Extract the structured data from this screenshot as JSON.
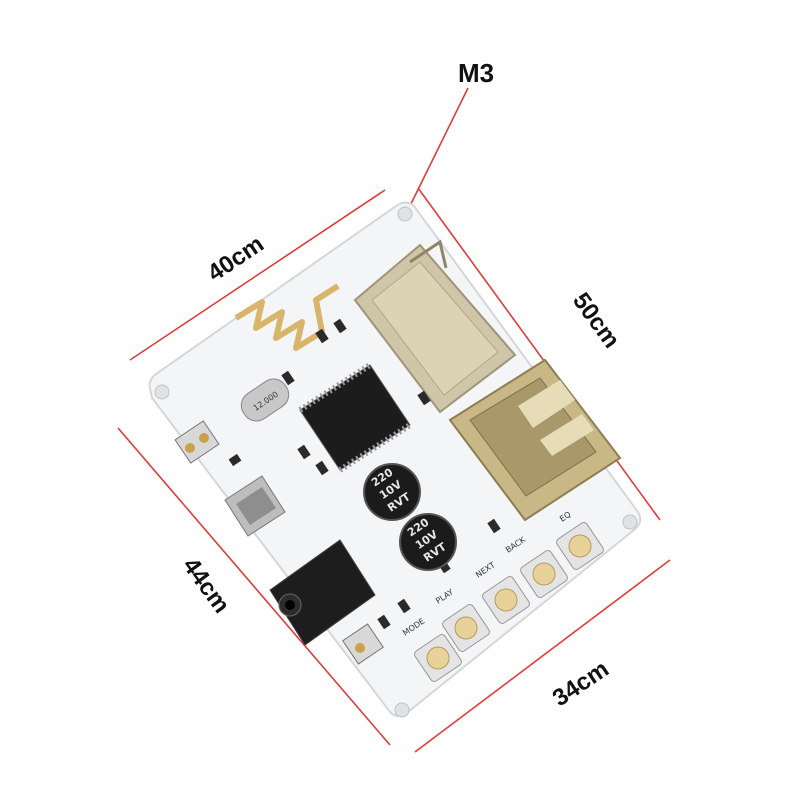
{
  "image": {
    "subject": "Bluetooth audio decoder module with TF card slot and USB port",
    "colors": {
      "board": "#f4f6f7",
      "dimension_line": "#e23b3b",
      "metal": "#c9b786",
      "ic": "#1c1c1c"
    }
  },
  "labels": {
    "mount_hole": "M3",
    "width_top": "40cm",
    "height_right": "50cm",
    "height_left": "44cm",
    "width_bottom": "34cm"
  },
  "silkscreen": {
    "buttons": [
      "MODE",
      "PLAY",
      "NEXT",
      "BACK",
      "EQ"
    ],
    "capacitor_1": [
      "220",
      "10V",
      "RVT"
    ],
    "capacitor_2": [
      "220",
      "10V",
      "RVT"
    ],
    "crystal": "12.000"
  }
}
